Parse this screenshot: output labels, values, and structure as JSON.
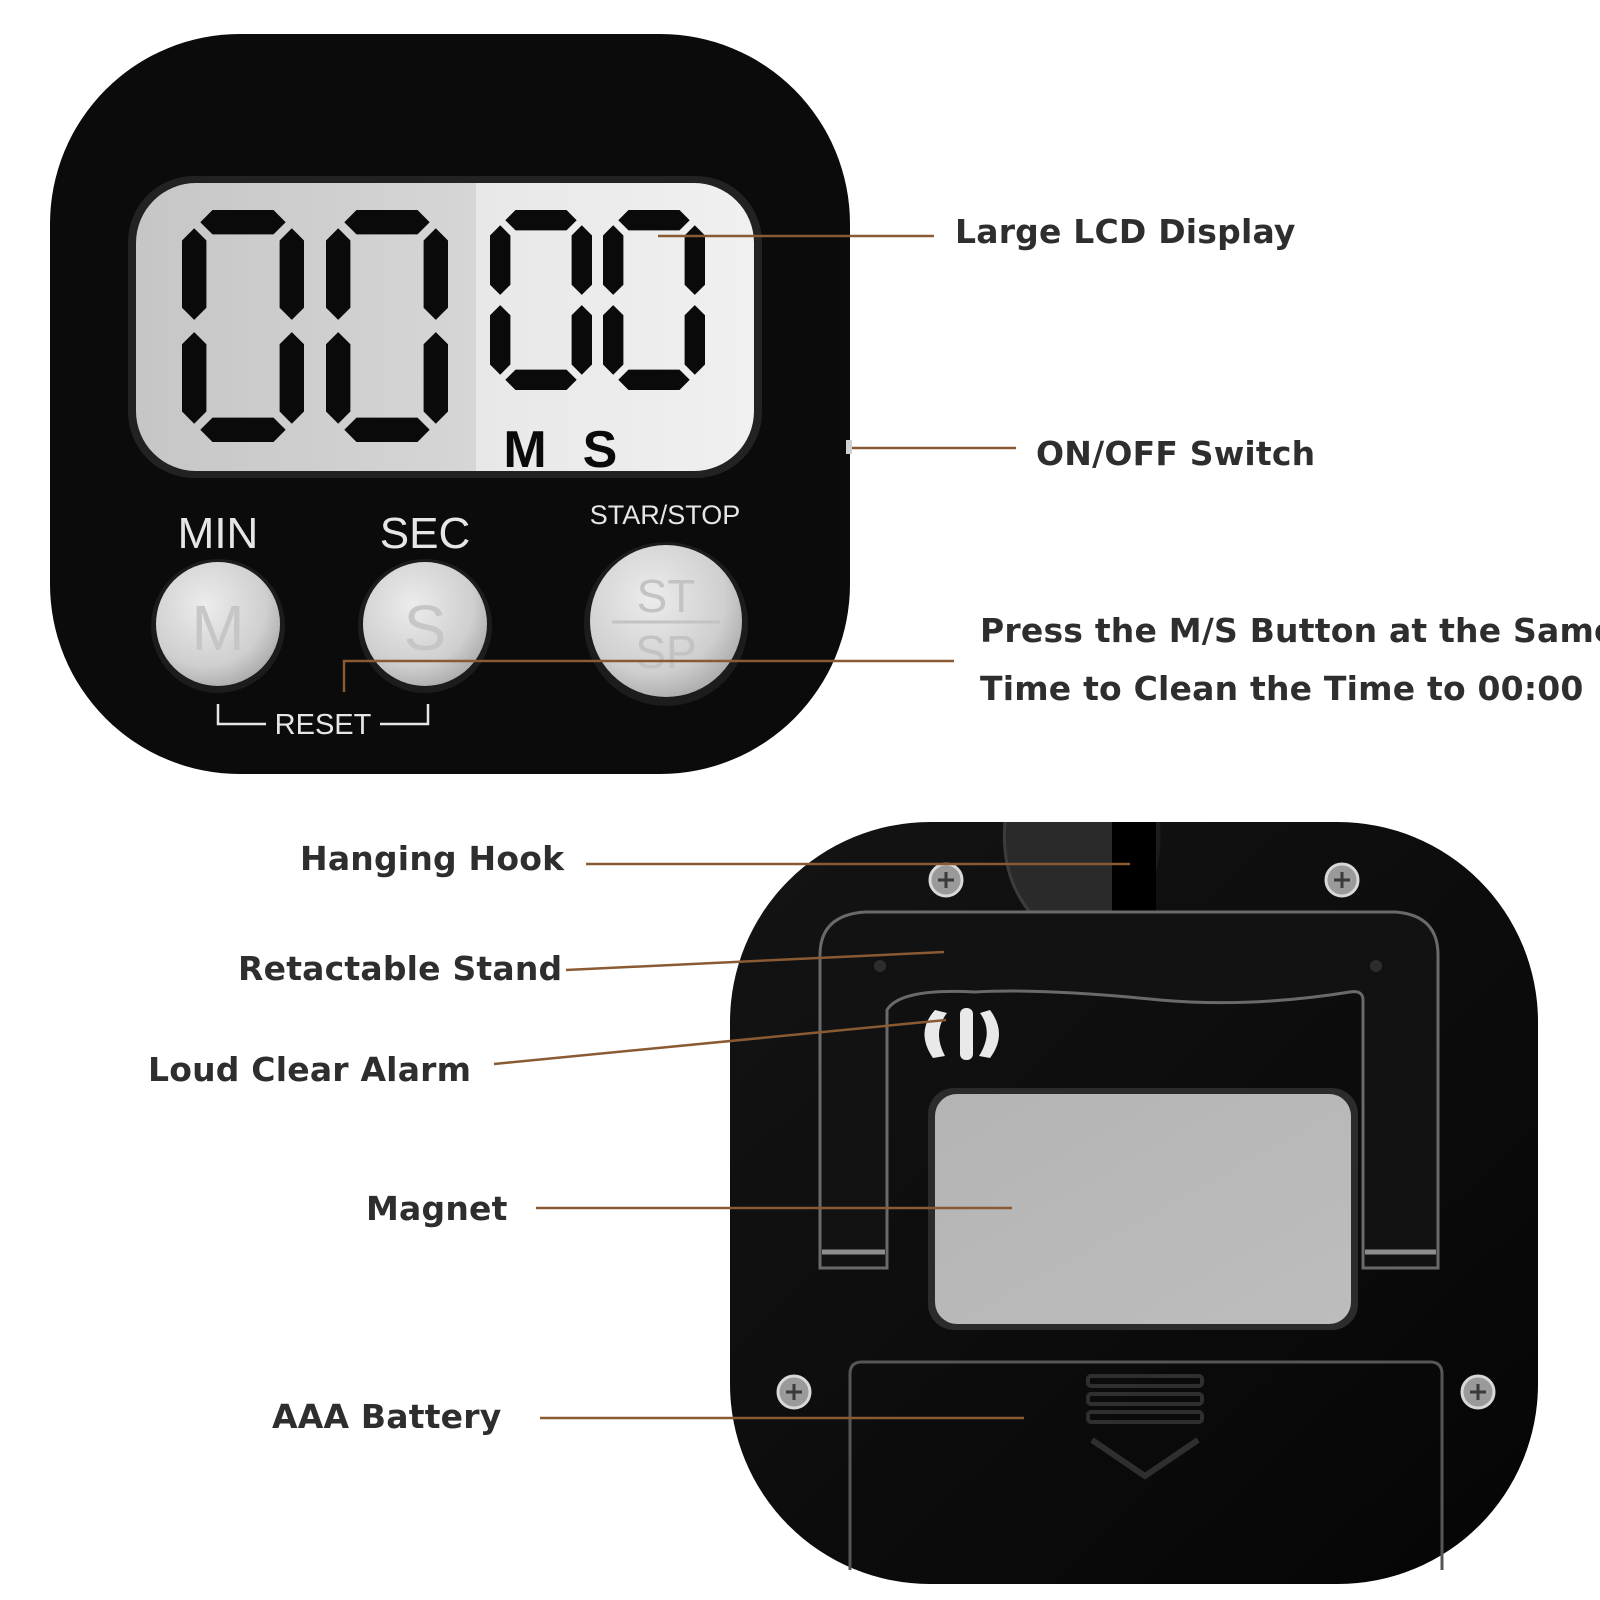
{
  "colors": {
    "leader": "#8a5a32",
    "body": "#0b0b0b",
    "lcd": "#c9c9c9",
    "digit": "#0a0a0a",
    "button": "#d3d3d3",
    "label_text": "#2e2e2e"
  },
  "front": {
    "display": {
      "minutes": "00",
      "seconds": "00",
      "unit_m": "M",
      "unit_s": "S"
    },
    "buttons": {
      "min": {
        "caption": "MIN",
        "face": "M"
      },
      "sec": {
        "caption": "SEC",
        "face": "S"
      },
      "start": {
        "caption": "STAR/STOP",
        "face_top": "ST",
        "face_bottom": "SP"
      }
    },
    "reset_label": "RESET"
  },
  "callouts": {
    "lcd": "Large LCD Display",
    "switch": "ON/OFF Switch",
    "reset_line1": "Press the M/S Button at the Same",
    "reset_line2": "Time to Clean the Time to 00:00",
    "hook": "Hanging Hook",
    "stand": "Retactable Stand",
    "alarm": "Loud Clear Alarm",
    "magnet": "Magnet",
    "battery": "AAA Battery"
  },
  "icons": {
    "alarm": "speaker-icon",
    "screw": "screw-icon",
    "battery_latch": "latch-arrow-icon"
  }
}
